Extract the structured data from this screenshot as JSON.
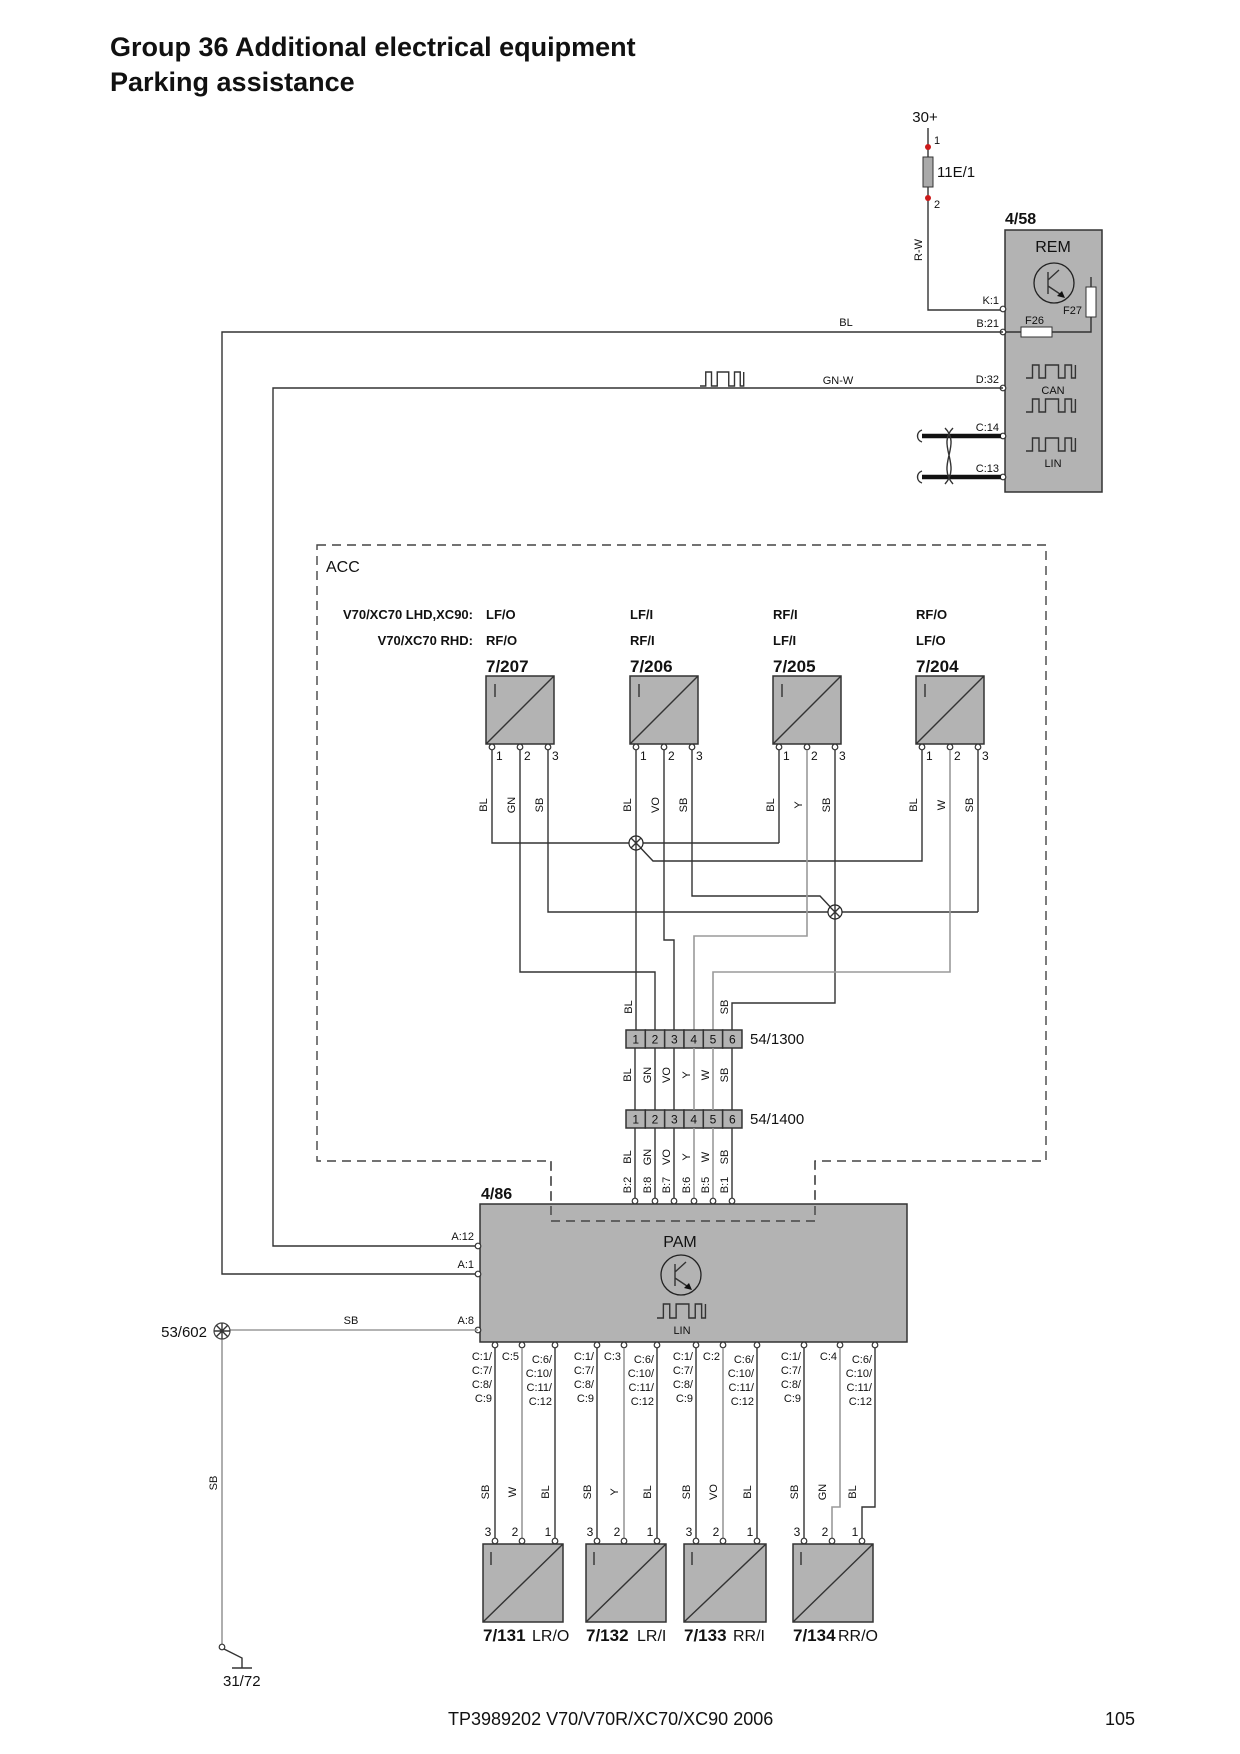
{
  "header": {
    "title": "Group 36 Additional electrical equipment",
    "subtitle": "Parking assistance"
  },
  "supply": {
    "terminal": "30+",
    "fuse": "11E/1",
    "pin_in": "1",
    "pin_out": "2",
    "wire": "R-W"
  },
  "rem": {
    "id": "4/58",
    "name": "REM",
    "fuse_a": "F26",
    "fuse_b": "F27",
    "pins": [
      "K:1",
      "B:21",
      "D:32",
      "C:14",
      "C:13"
    ],
    "can": "CAN",
    "lin": "LIN"
  },
  "feed_wires": {
    "bl": "BL",
    "gnw": "GN-W"
  },
  "acc": {
    "label": "ACC",
    "variant_rows": [
      "V70/XC70 LHD,XC90:",
      "V70/XC70 RHD:"
    ],
    "front_sensors": [
      {
        "id": "7/207",
        "lhd": "LF/O",
        "rhd": "RF/O",
        "pins": [
          "1",
          "2",
          "3"
        ],
        "wires": [
          "BL",
          "GN",
          "SB"
        ]
      },
      {
        "id": "7/206",
        "lhd": "LF/I",
        "rhd": "RF/I",
        "pins": [
          "1",
          "2",
          "3"
        ],
        "wires": [
          "BL",
          "VO",
          "SB"
        ]
      },
      {
        "id": "7/205",
        "lhd": "RF/I",
        "rhd": "LF/I",
        "pins": [
          "1",
          "2",
          "3"
        ],
        "wires": [
          "BL",
          "Y",
          "SB"
        ]
      },
      {
        "id": "7/204",
        "lhd": "RF/O",
        "rhd": "LF/O",
        "pins": [
          "1",
          "2",
          "3"
        ],
        "wires": [
          "BL",
          "W",
          "SB"
        ]
      }
    ],
    "bundle_labels": [
      "BL",
      "SB"
    ]
  },
  "connectors": [
    {
      "id": "54/1300",
      "pins": [
        "1",
        "2",
        "3",
        "4",
        "5",
        "6"
      ]
    },
    {
      "id": "54/1400",
      "pins": [
        "1",
        "2",
        "3",
        "4",
        "5",
        "6"
      ]
    }
  ],
  "connector_wires": [
    "BL",
    "GN",
    "VO",
    "Y",
    "W",
    "SB"
  ],
  "pam_input_wires": [
    "BL",
    "GN",
    "VO",
    "Y",
    "W",
    "SB"
  ],
  "pam": {
    "id": "4/86",
    "name": "PAM",
    "lin": "LIN",
    "a_pins": [
      "A:12",
      "A:1",
      "A:8"
    ],
    "b_pins": [
      "B:2",
      "B:8",
      "B:7",
      "B:6",
      "B:5",
      "B:1"
    ],
    "c_groups": [
      {
        "sb": [
          "C:1/",
          "C:7/",
          "C:8/",
          "C:9"
        ],
        "mid": [
          "C:5"
        ],
        "bl": [
          "C:6/",
          "C:10/",
          "C:11/",
          "C:12"
        ]
      },
      {
        "sb": [
          "C:1/",
          "C:7/",
          "C:8/",
          "C:9"
        ],
        "mid": [
          "C:3"
        ],
        "bl": [
          "C:6/",
          "C:10/",
          "C:11/",
          "C:12"
        ]
      },
      {
        "sb": [
          "C:1/",
          "C:7/",
          "C:8/",
          "C:9"
        ],
        "mid": [
          "C:2"
        ],
        "bl": [
          "C:6/",
          "C:10/",
          "C:11/",
          "C:12"
        ]
      },
      {
        "sb": [
          "C:1/",
          "C:7/",
          "C:8/",
          "C:9"
        ],
        "mid": [
          "C:4"
        ],
        "bl": [
          "C:6/",
          "C:10/",
          "C:11/",
          "C:12"
        ]
      }
    ]
  },
  "ground": {
    "splice": "53/602",
    "wire_h": "SB",
    "wire_v": "SB",
    "point": "31/72"
  },
  "rear_sensors": [
    {
      "id": "7/131",
      "pos": "LR/O",
      "pins": [
        "3",
        "2",
        "1"
      ],
      "wires": [
        "SB",
        "W",
        "BL"
      ]
    },
    {
      "id": "7/132",
      "pos": "LR/I",
      "pins": [
        "3",
        "2",
        "1"
      ],
      "wires": [
        "SB",
        "Y",
        "BL"
      ]
    },
    {
      "id": "7/133",
      "pos": "RR/I",
      "pins": [
        "3",
        "2",
        "1"
      ],
      "wires": [
        "SB",
        "VO",
        "BL"
      ]
    },
    {
      "id": "7/134",
      "pos": "RR/O",
      "pins": [
        "3",
        "2",
        "1"
      ],
      "wires": [
        "SB",
        "GN",
        "BL"
      ]
    }
  ],
  "footer": {
    "doc": "TP3989202 V70/V70R/XC70/XC90 2006",
    "page": "105"
  },
  "colors": {
    "supply_wire": "#cc1a1a",
    "module_fill": "#b3b3b3",
    "wire": "#333333",
    "wire_light": "#9a9a9a"
  }
}
